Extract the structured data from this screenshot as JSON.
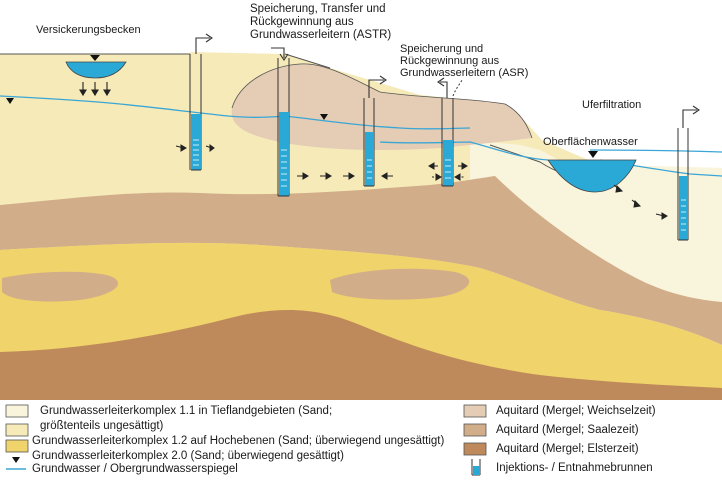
{
  "labels": {
    "versickerungsbecken": "Versickerungsbecken",
    "astr_line1": "Speicherung, Transfer und",
    "astr_line2": "Rückgewinnung aus",
    "astr_line3": "Grundwasserleitern (ASTR)",
    "asr_line1": "Speicherung und",
    "asr_line2": "Rückgewinnung aus",
    "asr_line3": "Grundwasserleitern (ASR)",
    "uferfiltration": "Uferfiltration",
    "oberflaechenwasser": "Oberflächenwasser"
  },
  "legend": {
    "gwl_1_1_line1": "Grundwasserleiterkomplex 1.1 in Tieflandgebieten (Sand;",
    "gwl_1_1_line2": "größtenteils ungesättigt)",
    "gwl_1_2": "Grundwasserleiterkomplex 1.2 auf Hochebenen (Sand; überwiegend ungesättigt)",
    "gwl_2_0": "Grundwasserleiterkomplex 2.0 (Sand; überwiegend gesättigt)",
    "grundwasser": "Grundwasser / Obergrundwasserspiegel",
    "aquitard_weichsel": "Aquitard (Mergel; Weichselzeit)",
    "aquitard_saale": "Aquitard (Mergel; Saalezeit)",
    "aquitard_elster": "Aquitard (Mergel; Elsterzeit)",
    "brunnen": "Injektions- / Entnahmebrunnen"
  },
  "colors": {
    "gwl_1_1": "#f9f4dc",
    "gwl_1_2": "#f6eab9",
    "gwl_2_0": "#f0d36b",
    "weichsel": "#e4cdb4",
    "saale": "#d2ad89",
    "elster": "#bf8a5b",
    "water": "#2aa9d6",
    "water_line": "#3aa6d6"
  }
}
